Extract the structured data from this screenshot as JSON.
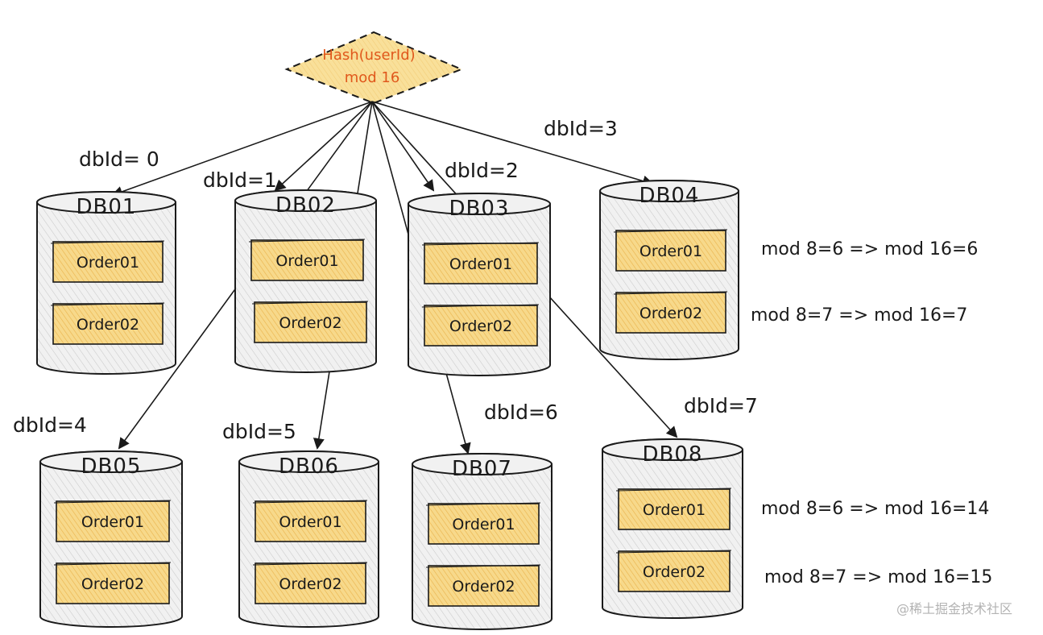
{
  "root": {
    "line1": "Hash(userId)",
    "line2": "mod  16"
  },
  "databases": [
    {
      "name": "DB01",
      "tables": [
        "Order01",
        "Order02"
      ],
      "edge_label": "dbId= 0"
    },
    {
      "name": "DB02",
      "tables": [
        "Order01",
        "Order02"
      ],
      "edge_label": "dbId=1"
    },
    {
      "name": "DB03",
      "tables": [
        "Order01",
        "Order02"
      ],
      "edge_label": "dbId=2"
    },
    {
      "name": "DB04",
      "tables": [
        "Order01",
        "Order02"
      ],
      "edge_label": "dbId=3"
    },
    {
      "name": "DB05",
      "tables": [
        "Order01",
        "Order02"
      ],
      "edge_label": "dbId=4"
    },
    {
      "name": "DB06",
      "tables": [
        "Order01",
        "Order02"
      ],
      "edge_label": "dbId=5"
    },
    {
      "name": "DB07",
      "tables": [
        "Order01",
        "Order02"
      ],
      "edge_label": "dbId=6"
    },
    {
      "name": "DB08",
      "tables": [
        "Order01",
        "Order02"
      ],
      "edge_label": "dbId=7"
    }
  ],
  "notes": {
    "db04_order01": "mod  8=6  => mod  16=6",
    "db04_order02": "mod  8=7  => mod  16=7",
    "db08_order01": "mod  8=6  => mod  16=14",
    "db08_order02": "mod  8=7  => mod  16=15"
  },
  "watermark": "@稀土掘金技术社区",
  "colors": {
    "table_fill": "#f7d98b",
    "root_fill": "#fbe7a8",
    "root_text": "#e0581c",
    "cylinder_fill": "#f1f1f1",
    "stroke": "#1a1a1a"
  }
}
